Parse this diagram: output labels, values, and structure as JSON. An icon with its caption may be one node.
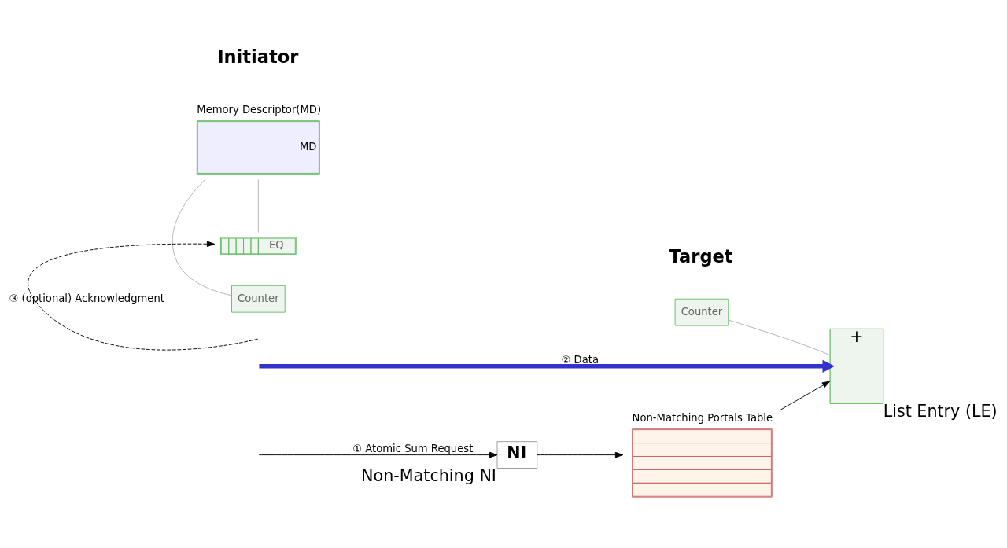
{
  "diagram": {
    "nodes": [
      {
        "text": [
          "NI"
        ],
        "beside": [
          "Non-Matching NI"
        ]
      },
      {
        "text": [
          "Non-Matching Portals Table"
        ]
      },
      {
        "text": [
          "Counter"
        ]
      },
      {
        "text": [
          "+"
        ],
        "beside": [
          "List Entry (LE)"
        ]
      },
      {
        "text": [
          "Memory Descriptor(MD)",
          "MD"
        ]
      },
      {
        "text": [
          "Counter"
        ]
      },
      {
        "text": [
          "EQ"
        ]
      }
    ],
    "edges": [
      {
        "from": null,
        "to": 0,
        "arrow": "to",
        "label": "① Atomic Sum Request"
      },
      {
        "from": 0,
        "to": 1,
        "arrow": "to"
      },
      {
        "from": 1,
        "to": 3,
        "arrow": "to"
      },
      {
        "from": 2,
        "to": 3,
        "arrow": "none",
        "color": "#b0b0b0"
      },
      {
        "from": null,
        "to": 3,
        "arrow": "to",
        "label": "② Data",
        "style": "thick",
        "color": "#3333cc"
      },
      {
        "from": 4,
        "to": 5,
        "arrow": "none",
        "color": "#b0b0b0"
      },
      {
        "from": 4,
        "to": 6,
        "arrow": "none",
        "color": "#b0b0b0"
      },
      {
        "from": null,
        "to": 6,
        "arrow": "to",
        "label": "③ (optional) Acknowledgment",
        "style": "dashed"
      }
    ],
    "labels": [
      "Initiator",
      "Target"
    ]
  }
}
